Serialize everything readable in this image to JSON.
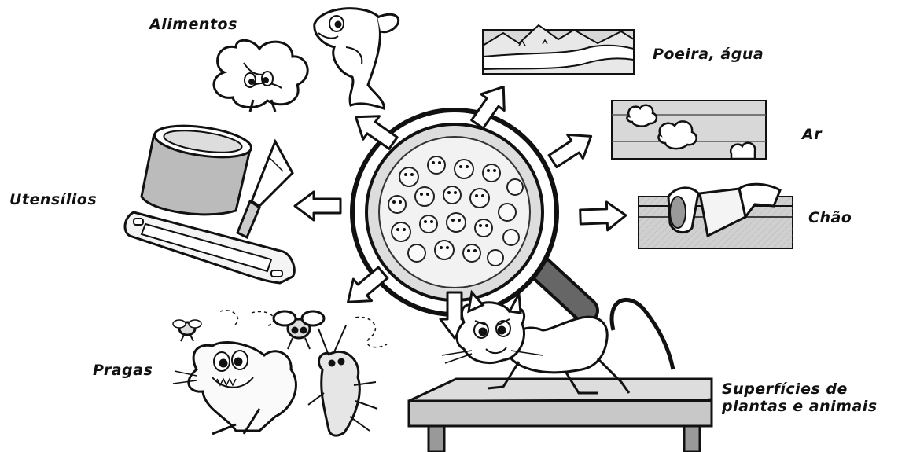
{
  "center": {
    "icon": "magnifying-glass-microbes-icon"
  },
  "sources": [
    {
      "id": "alimentos",
      "label": "Alimentos",
      "icon": "lettuce-and-fish-icon"
    },
    {
      "id": "poeira",
      "label": "Poeira, água",
      "icon": "landscape-river-icon"
    },
    {
      "id": "ar",
      "label": "Ar",
      "icon": "air-clouds-icon"
    },
    {
      "id": "chao",
      "label": "Chão",
      "icon": "shoe-on-floor-icon"
    },
    {
      "id": "utensilios",
      "label": "Utensílios",
      "icon": "can-knife-tray-icon"
    },
    {
      "id": "pragas",
      "label": "Pragas",
      "icon": "rat-flies-cockroach-icon"
    },
    {
      "id": "superficies",
      "label_line1": "Superfícies de",
      "label_line2": "plantas e animais",
      "icon": "cat-on-table-icon"
    }
  ],
  "colors": {
    "ink": "#111111",
    "panel": "#d9d9d9",
    "lens": "#e8e8e8",
    "handle": "#555555"
  }
}
